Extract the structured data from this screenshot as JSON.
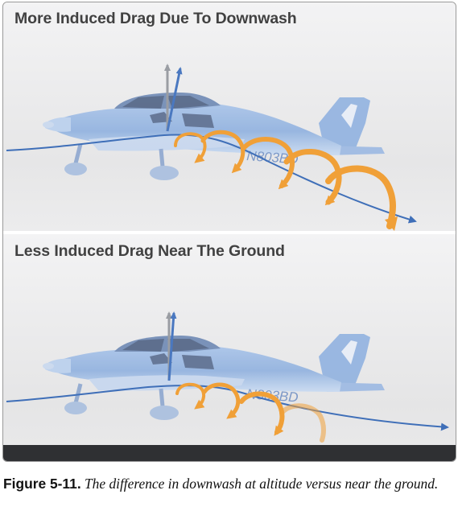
{
  "panels": [
    {
      "title": "More Induced Drag Due To Downwash",
      "registration": "N803BD"
    },
    {
      "title": "Less Induced Drag Near The Ground",
      "registration": "N803BD"
    }
  ],
  "caption": {
    "number": "Figure 5-11.",
    "text": "The difference in downwash at altitude versus near the ground."
  },
  "colors": {
    "airframe": "#8eb0df",
    "airframe_light": "#c9dbf3",
    "airflow_line": "#3f6fb8",
    "lift_arrow_blue": "#4a78c0",
    "lift_arrow_gray": "#9a9da3",
    "vortex": "#f0a038",
    "ground": "#2f3033"
  }
}
